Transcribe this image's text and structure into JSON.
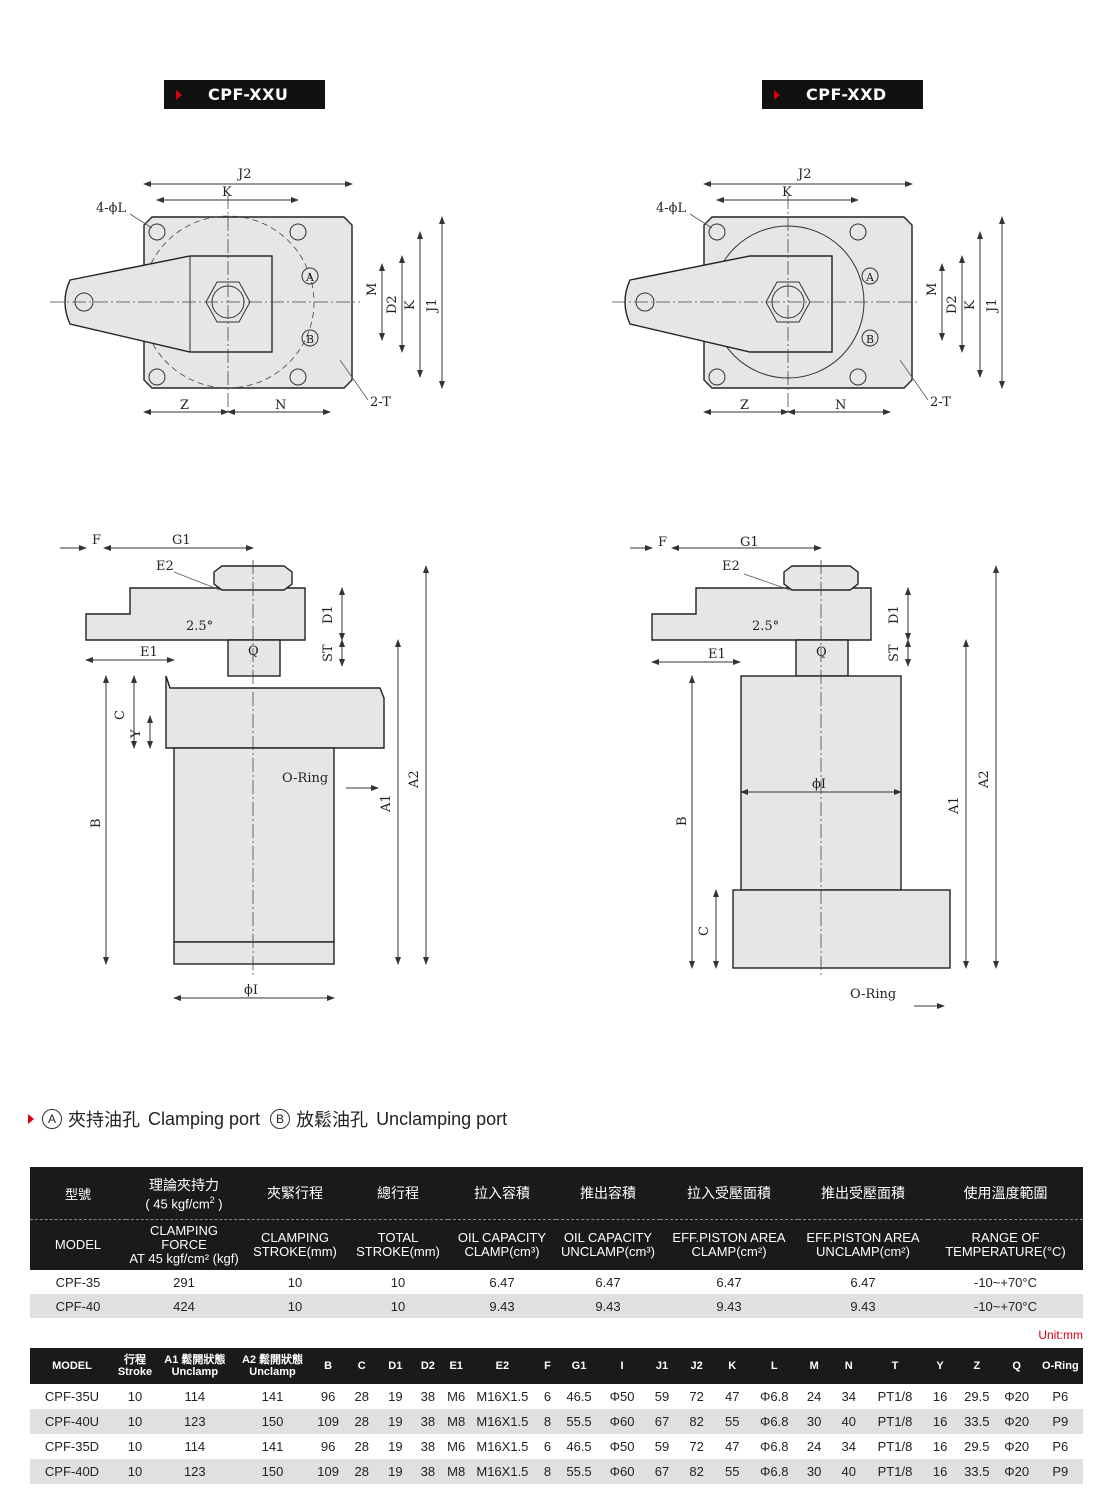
{
  "models": {
    "left": "CPF-XXU",
    "right": "CPF-XXD"
  },
  "dims": {
    "J2": "J2",
    "K": "K",
    "L": "4-ϕL",
    "Z": "Z",
    "N": "N",
    "T": "2-T",
    "M": "M",
    "D2": "D2",
    "J1": "J1",
    "A": "A",
    "B_port": "B",
    "F": "F",
    "G1": "G1",
    "E2": "E2",
    "angle": "2.5°",
    "D1": "D1",
    "E1": "E1",
    "Q": "Q",
    "ST": "ST",
    "C": "C",
    "Y": "Y",
    "B": "B",
    "oring": "O-Ring",
    "A1": "A1",
    "A2": "A2",
    "I": "ϕI"
  },
  "legend": {
    "a": "A",
    "a_zh": "夾持油孔",
    "a_en": "Clamping port",
    "b": "B",
    "b_zh": "放鬆油孔",
    "b_en": "Unclamping port"
  },
  "table1": {
    "zh_headers": [
      "型號",
      "理論夾持力",
      "夾緊行程",
      "總行程",
      "拉入容積",
      "推出容積",
      "拉入受壓面積",
      "推出受壓面積",
      "使用溫度範圍"
    ],
    "zh_force_sub": "( 45 kgf/cm",
    "zh_force_sub_end": " )",
    "en_headers": [
      [
        "MODEL",
        ""
      ],
      [
        "CLAMPING FORCE",
        "AT 45 kgf/cm² (kgf)"
      ],
      [
        "CLAMPING",
        "STROKE(mm)"
      ],
      [
        "TOTAL",
        "STROKE(mm)"
      ],
      [
        "OIL CAPACITY",
        "CLAMP(cm³)"
      ],
      [
        "OIL CAPACITY",
        "UNCLAMP(cm³)"
      ],
      [
        "EFF.PISTON AREA",
        "CLAMP(cm²)"
      ],
      [
        "EFF.PISTON AREA",
        "UNCLAMP(cm²)"
      ],
      [
        "RANGE OF",
        "TEMPERATURE(°C)"
      ]
    ],
    "rows": [
      [
        "CPF-35",
        "291",
        "10",
        "10",
        "6.47",
        "6.47",
        "6.47",
        "6.47",
        "-10~+70°C"
      ],
      [
        "CPF-40",
        "424",
        "10",
        "10",
        "9.43",
        "9.43",
        "9.43",
        "9.43",
        "-10~+70°C"
      ]
    ]
  },
  "unit": "Unit:mm",
  "table2": {
    "headers": [
      [
        "MODEL",
        ""
      ],
      [
        "行程",
        "Stroke"
      ],
      [
        "A1 鬆開狀態",
        "Unclamp"
      ],
      [
        "A2 鬆開狀態",
        "Unclamp"
      ],
      [
        "B",
        ""
      ],
      [
        "C",
        ""
      ],
      [
        "D1",
        ""
      ],
      [
        "D2",
        ""
      ],
      [
        "E1",
        ""
      ],
      [
        "E2",
        ""
      ],
      [
        "F",
        ""
      ],
      [
        "G1",
        ""
      ],
      [
        "I",
        ""
      ],
      [
        "J1",
        ""
      ],
      [
        "J2",
        ""
      ],
      [
        "K",
        ""
      ],
      [
        "L",
        ""
      ],
      [
        "M",
        ""
      ],
      [
        "N",
        ""
      ],
      [
        "T",
        ""
      ],
      [
        "Y",
        ""
      ],
      [
        "Z",
        ""
      ],
      [
        "Q",
        ""
      ],
      [
        "O-Ring",
        ""
      ]
    ],
    "rows": [
      [
        "CPF-35U",
        "10",
        "114",
        "141",
        "96",
        "28",
        "19",
        "38",
        "M6",
        "M16X1.5",
        "6",
        "46.5",
        "Φ50",
        "59",
        "72",
        "47",
        "Φ6.8",
        "24",
        "34",
        "PT1/8",
        "16",
        "29.5",
        "Φ20",
        "P6"
      ],
      [
        "CPF-40U",
        "10",
        "123",
        "150",
        "109",
        "28",
        "19",
        "38",
        "M8",
        "M16X1.5",
        "8",
        "55.5",
        "Φ60",
        "67",
        "82",
        "55",
        "Φ6.8",
        "30",
        "40",
        "PT1/8",
        "16",
        "33.5",
        "Φ20",
        "P9"
      ],
      [
        "CPF-35D",
        "10",
        "114",
        "141",
        "96",
        "28",
        "19",
        "38",
        "M6",
        "M16X1.5",
        "6",
        "46.5",
        "Φ50",
        "59",
        "72",
        "47",
        "Φ6.8",
        "24",
        "34",
        "PT1/8",
        "16",
        "29.5",
        "Φ20",
        "P6"
      ],
      [
        "CPF-40D",
        "10",
        "123",
        "150",
        "109",
        "28",
        "19",
        "38",
        "M8",
        "M16X1.5",
        "8",
        "55.5",
        "Φ60",
        "67",
        "82",
        "55",
        "Φ6.8",
        "30",
        "40",
        "PT1/8",
        "16",
        "33.5",
        "Φ20",
        "P9"
      ]
    ]
  }
}
